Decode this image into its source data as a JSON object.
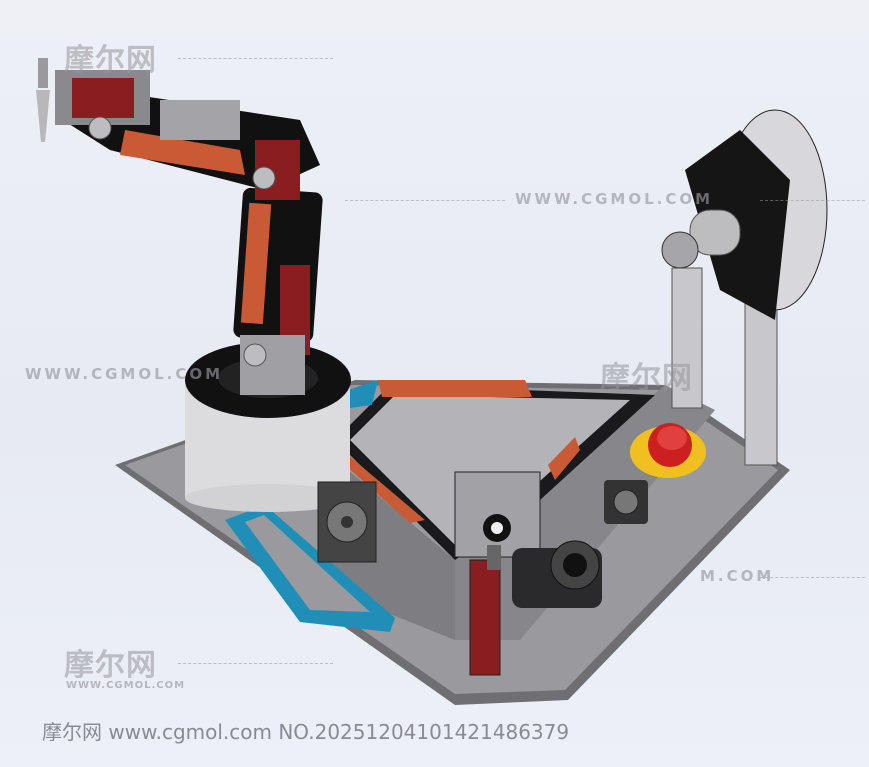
{
  "watermarks": {
    "cn_brand": "摩尔网",
    "url_upper": "WWW.CGMOL.COM",
    "url_upper_partial": "M.COM",
    "url_small": "WWW.CGMOL.COM"
  },
  "footer": {
    "text": "摩尔网 www.cgmol.com NO.20251204101421486379"
  },
  "colors": {
    "background": "#e9ecf4",
    "plate": "#8e8e92",
    "servo_red": "#8a1d20",
    "accent_orange": "#c85a35",
    "accent_blue": "#1f8fb8",
    "estop_red": "#cc2020",
    "estop_yellow": "#f0c020"
  },
  "icons": [
    "robot-arm-model",
    "e-stop-button",
    "cooling-fan-icon",
    "camera-icon"
  ]
}
